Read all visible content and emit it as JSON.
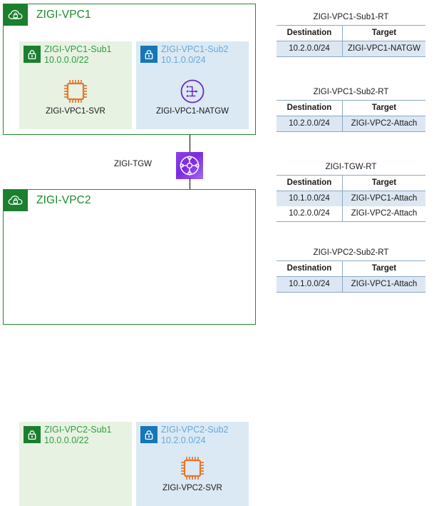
{
  "diagram": {
    "title": "AWS Transit Gateway VPC peering architecture",
    "colors": {
      "vpc_border": "#1f8a2b",
      "vpc_green": "#1a7f2e",
      "subnet_blue": "#1577b8",
      "private_subnet_bg": "#e8f2e3",
      "public_subnet_bg": "#dbe9f4",
      "server_orange": "#e8762c",
      "natgw_purple": "#7c2ae0",
      "tgw_purple": "#8b42e8",
      "table_border": "#8ba9c6",
      "table_row_blue": "#dce7f3"
    }
  },
  "vpcs": [
    {
      "name": "ZIGI-VPC1",
      "icon": "vpc-cloud-lock-icon",
      "subnets": [
        {
          "name": "ZIGI-VPC1-Sub1",
          "cidr": "10.0.0.0/22",
          "type": "private",
          "icon": "lock-icon",
          "resource": {
            "label": "ZIGI-VPC1-SVR",
            "icon": "server-chip-icon"
          }
        },
        {
          "name": "ZIGI-VPC1-Sub2",
          "cidr": "10.1.0.0/24",
          "type": "public",
          "icon": "lock-icon",
          "resource": {
            "label": "ZIGI-VPC1-NATGW",
            "icon": "nat-gateway-icon"
          }
        }
      ]
    },
    {
      "name": "ZIGI-VPC2",
      "icon": "vpc-cloud-lock-icon",
      "subnets": [
        {
          "name": "ZIGI-VPC2-Sub1",
          "cidr": "10.0.0.0/22",
          "type": "private",
          "icon": "lock-icon",
          "resource": {
            "label": "",
            "icon": ""
          }
        },
        {
          "name": "ZIGI-VPC2-Sub2",
          "cidr": "10.2.0.0/24",
          "type": "public",
          "icon": "lock-icon",
          "resource": {
            "label": "ZIGI-VPC2-SVR",
            "icon": "server-chip-icon"
          }
        }
      ]
    }
  ],
  "transit_gateway": {
    "label": "ZIGI-TGW",
    "icon": "transit-gateway-hub-icon"
  },
  "route_tables": [
    {
      "title": "ZIGI-VPC1-Sub1-RT",
      "columns": [
        "Destination",
        "Target"
      ],
      "rows": [
        {
          "destination": "10.2.0.0/24",
          "target": "ZIGI-VPC1-NATGW"
        }
      ]
    },
    {
      "title": "ZIGI-VPC1-Sub2-RT",
      "columns": [
        "Destination",
        "Target"
      ],
      "rows": [
        {
          "destination": "10.2.0.0/24",
          "target": "ZIGI-VPC2-Attach"
        }
      ]
    },
    {
      "title": "ZIGI-TGW-RT",
      "columns": [
        "Destination",
        "Target"
      ],
      "rows": [
        {
          "destination": "10.1.0.0/24",
          "target": "ZIGI-VPC1-Attach"
        },
        {
          "destination": "10.2.0.0/24",
          "target": "ZIGI-VPC2-Attach"
        }
      ]
    },
    {
      "title": "ZIGI-VPC2-Sub2-RT",
      "columns": [
        "Destination",
        "Target"
      ],
      "rows": [
        {
          "destination": "10.1.0.0/24",
          "target": "ZIGI-VPC1-Attach"
        }
      ]
    }
  ]
}
